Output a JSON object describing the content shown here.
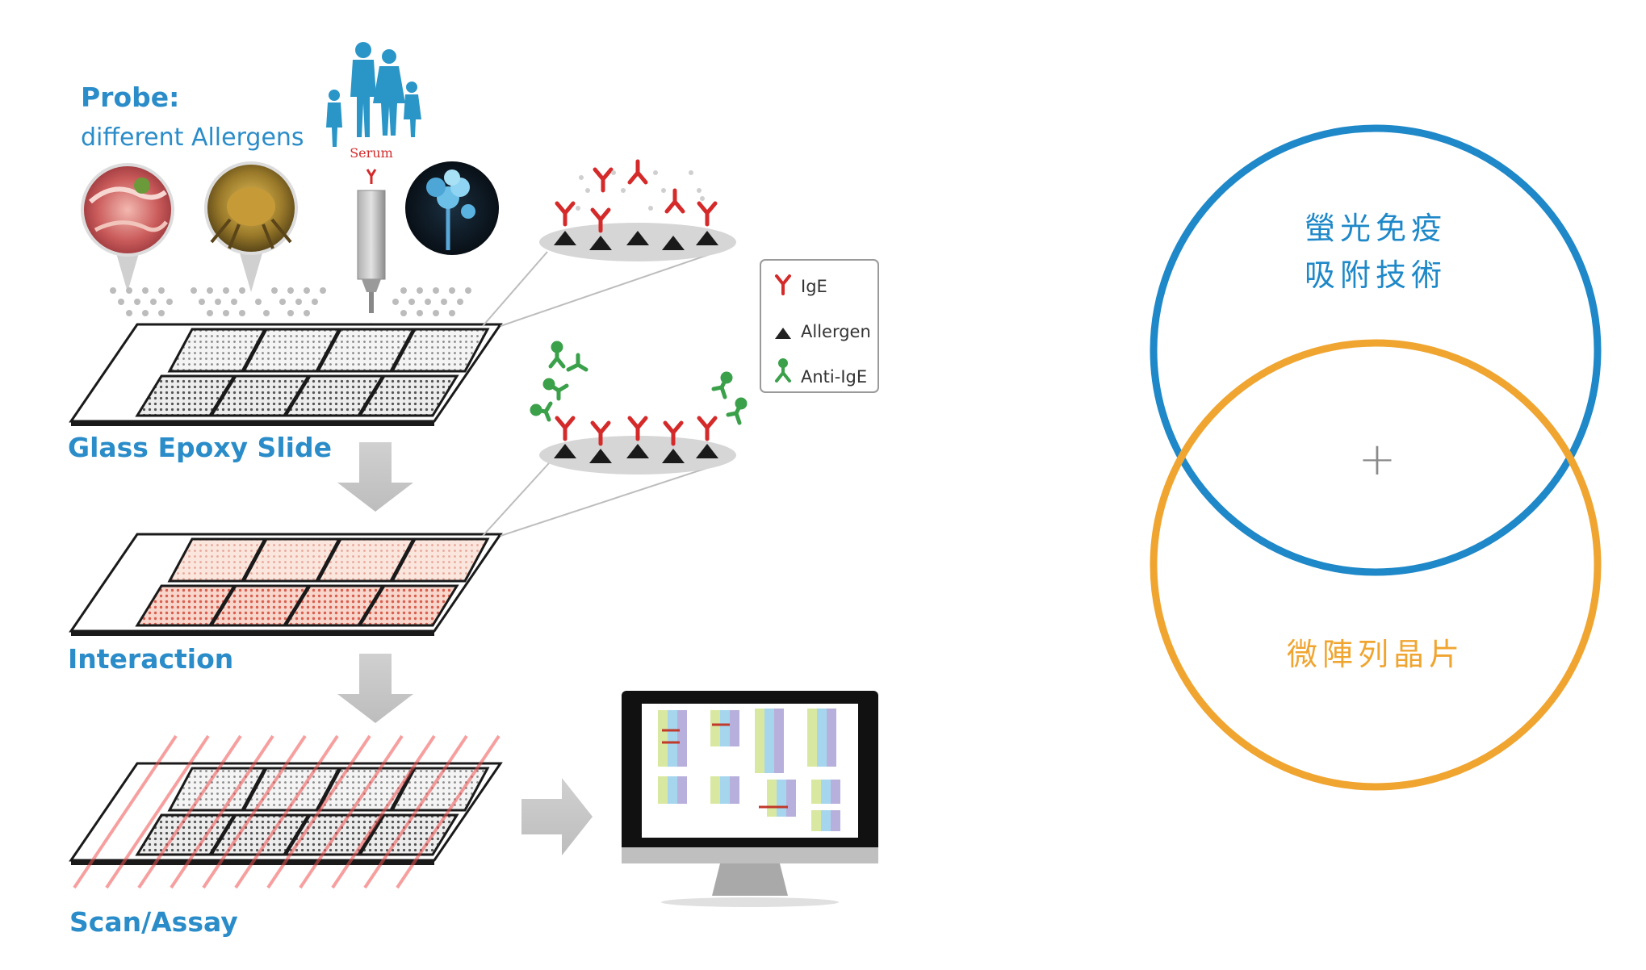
{
  "probe": {
    "title": "Probe:",
    "subtitle": "different Allergens"
  },
  "serum_label": "Serum",
  "stages": [
    {
      "label": "Glass Epoxy Slide"
    },
    {
      "label": "Interaction"
    },
    {
      "label": "Scan/Assay"
    }
  ],
  "legend": {
    "items": [
      {
        "label": "IgE",
        "icon": "ige-antibody-icon",
        "color": "#d42a2a"
      },
      {
        "label": "Allergen",
        "icon": "allergen-triangle-icon",
        "color": "#222222"
      },
      {
        "label": "Anti-IgE",
        "icon": "anti-ige-icon",
        "color": "#3aa04a"
      }
    ]
  },
  "venn": {
    "top": {
      "lines": [
        "螢光免疫",
        "吸附技術"
      ],
      "color": "#1e88c8"
    },
    "bottom": {
      "lines": [
        "微陣列晶片"
      ],
      "color": "#f0a530"
    },
    "center_symbol": "+"
  }
}
